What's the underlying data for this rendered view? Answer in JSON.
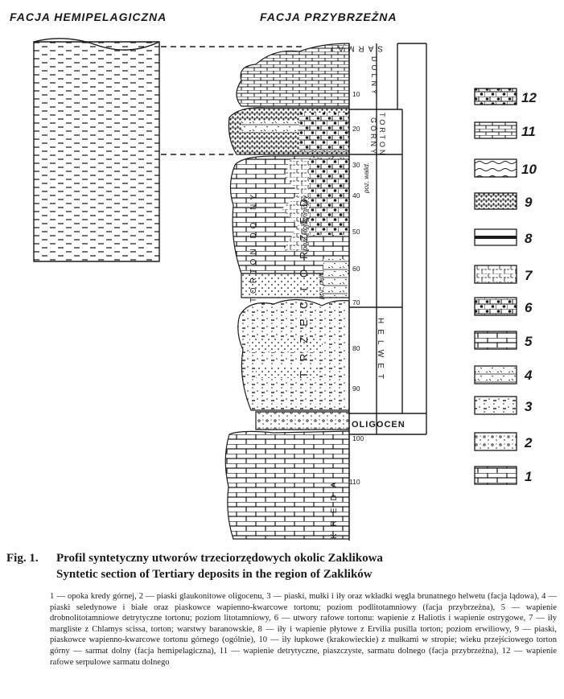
{
  "headings": {
    "left": "FACJA HEMIPELAGICZNA",
    "right": "FACJA PRZYBRZEŻNA"
  },
  "depth_ticks": [
    "10",
    "20",
    "30",
    "40",
    "50",
    "60",
    "70",
    "80",
    "90",
    "100",
    "110"
  ],
  "stratigraphy": {
    "sarmat_dolny": [
      "SARMAT",
      "DOLNY"
    ],
    "torton_gorny": [
      "TORTON",
      "GÓRNY"
    ],
    "torton_dolny": [
      "TORTON DOLNY"
    ],
    "poz_walid": "poz. walid.",
    "poz_litotamniowy": "poz. litotamniowy",
    "poz_pelit": "poz. pelit.",
    "helwet": "HELWET",
    "oligocen": "OLIGOCEN",
    "kreda": "KREDA",
    "trzeciorzed": "TRZECIORZĘD"
  },
  "legend_numbers": [
    "12",
    "11",
    "10",
    "9",
    "8",
    "7",
    "6",
    "5",
    "4",
    "3",
    "2",
    "1"
  ],
  "caption": {
    "label": "Fig. 1.",
    "title_pl": "Profil syntetyczny utworów trzeciorzędowych okolic Zaklikowa",
    "title_en": "Syntetic section of Tertiary deposits in the region of Zaklików"
  },
  "legend_description": [
    "1 — opoka kredy górnej, 2 — piaski glaukonitowe oligocenu, 3 — piaski, mułki i iły oraz wkładki węgla brunatnego helwetu (facja lądowa), 4 — piaski seledynowe i białe oraz piaskowce wapienno-kwarcowe tortonu; poziom podlitotamniowy (facja przybrzeżna), 5 — wapienie drobnolitotamniowe detrytyczne tortonu; poziom litotamniowy, 6 — utwory rafowe tortonu: wapienie z Haliotis i wapienie ostrygowe, 7 — iły margliste z Chlamys scissa, torton; warstwy baranowskie, 8 — iły i wapienie płytowe z Ervilia pusilla torton; poziom erwiliowy, 9 — piaski, piaskowce wapienno-kwarcowe tortonu górnego (ogólnie), 10 — iły łupkowe (krakowieckie) z mułkami w stropie; wieku przejściowego torton górny — sarmat dolny (facja hemipelagiczna), 11 — wapienie detrytyczne, piaszczyste, sarmatu dolnego (facja przybrzeżna), 12 — wapienie rafowe serpulowe sarmatu dolnego"
  ],
  "colors": {
    "ink": "#1a1a1a",
    "paper": "#ffffff"
  }
}
